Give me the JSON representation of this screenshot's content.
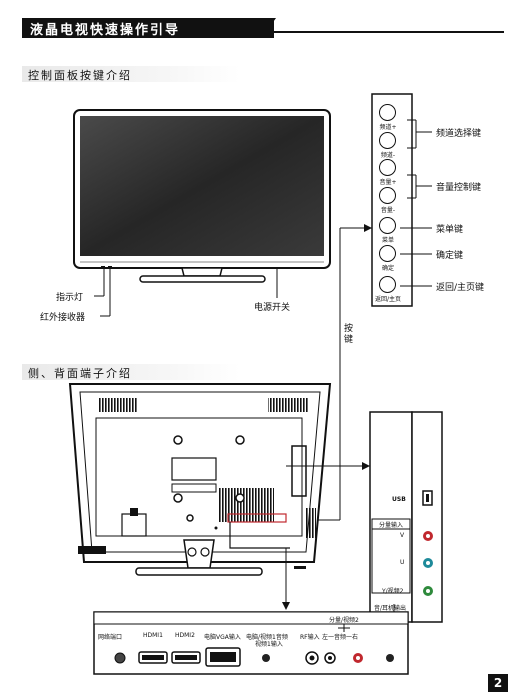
{
  "header": {
    "title": "液晶电视快速操作引导"
  },
  "section1": {
    "title": "控制面板按键介绍"
  },
  "section2": {
    "title": "侧、背面端子介绍"
  },
  "tv_front": {
    "indicator_label": "指示灯",
    "ir_label": "红外接收器",
    "power_label": "电源开关"
  },
  "button_panel": {
    "connector_label": "按键",
    "buttons": [
      {
        "caption": "频道+"
      },
      {
        "caption": "频道-"
      },
      {
        "caption": "音量+"
      },
      {
        "caption": "音量-"
      },
      {
        "caption": "菜单"
      },
      {
        "caption": "确定"
      },
      {
        "caption": "返回/主页"
      }
    ],
    "callouts": [
      {
        "text": "频道选择键"
      },
      {
        "text": "音量控制键"
      },
      {
        "text": "菜单键"
      },
      {
        "text": "确定键"
      },
      {
        "text": "返回/主页键"
      }
    ]
  },
  "side_panel": {
    "usb": "USB",
    "component_in": "分量输入",
    "v": "V",
    "u": "U",
    "y_video2": "Y/视频2",
    "audio_out": "音/耳机输出"
  },
  "bottom_panel": {
    "network": "网络端口",
    "hdmi1": "HDMI1",
    "hdmi2": "HDMI2",
    "vga": "电脑VGA输入",
    "pc_audio_1": "电脑/视频1音频",
    "pc_audio_2": "视频1输入",
    "rf": "RF输入",
    "component_video2": "分量/视频2",
    "left_audio_right": "左一音频一右"
  },
  "page_number": "2",
  "colors": {
    "v_jack": "#c0282e",
    "u_jack": "#1e8a9a",
    "y_jack": "#2e8a3c"
  }
}
